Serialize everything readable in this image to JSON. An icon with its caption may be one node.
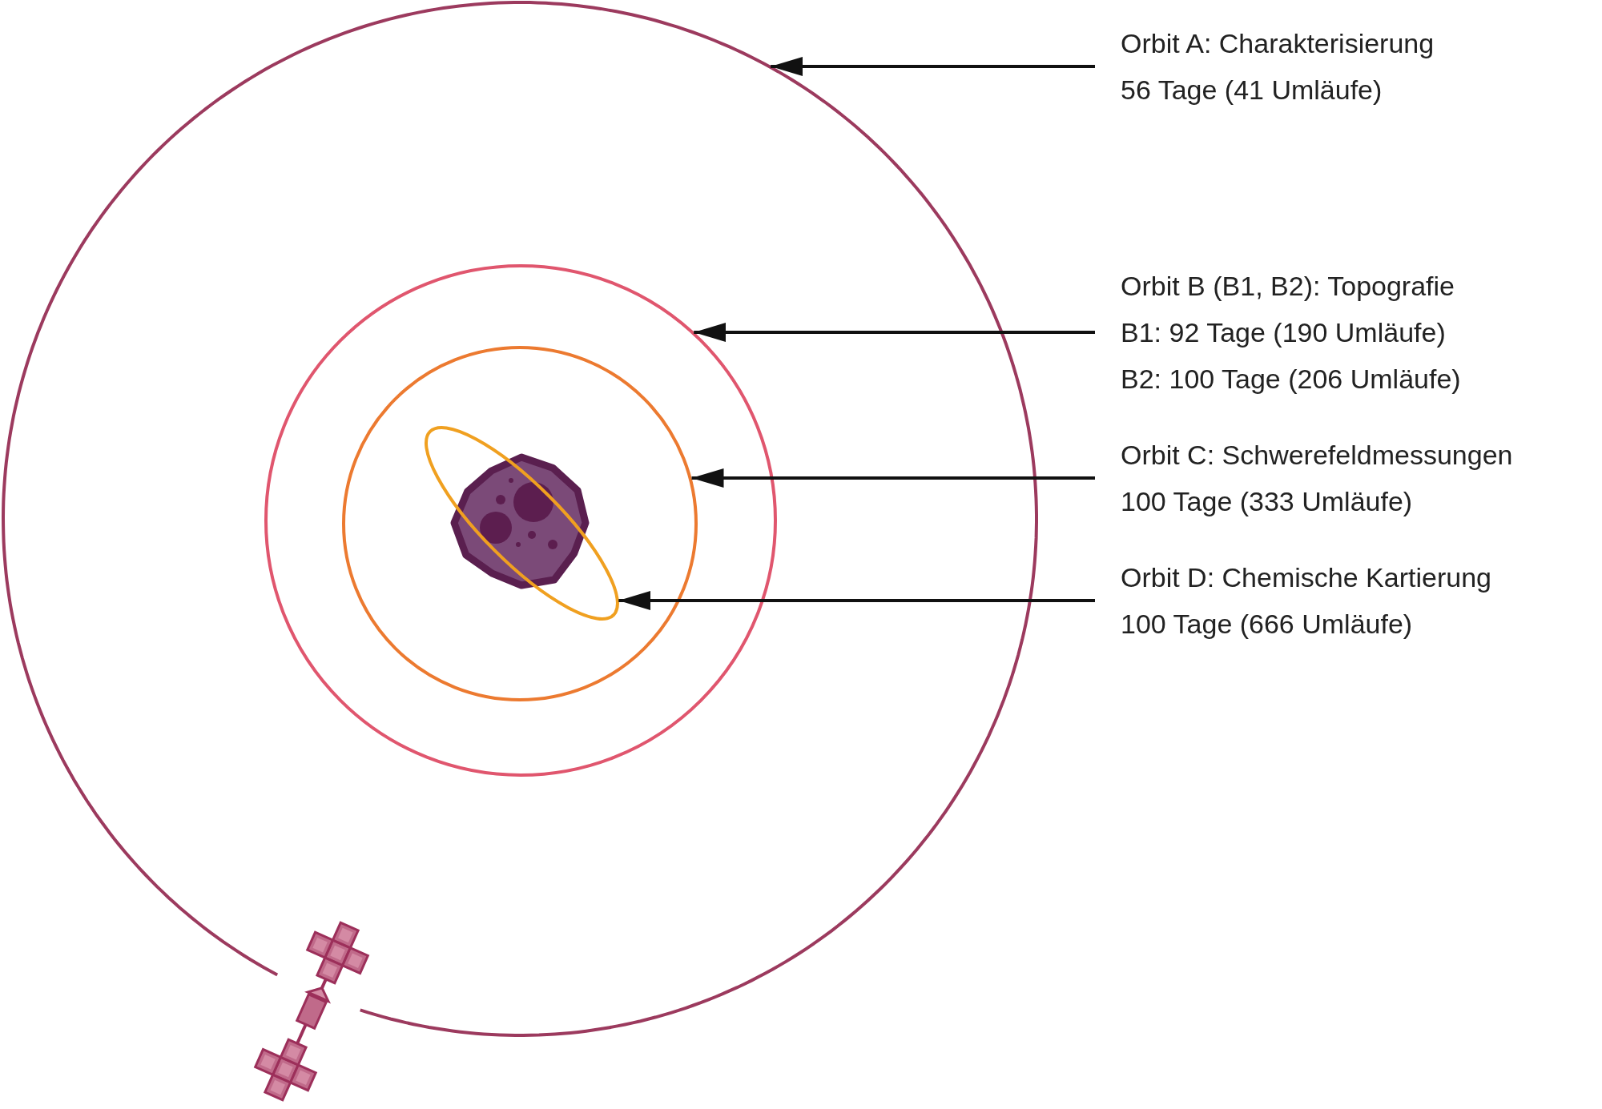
{
  "diagram": {
    "nodes": [
      {
        "text": [
          "Orbit A: Charakterisierung",
          "56 Tage (41 Umläufe)"
        ]
      },
      {
        "text": [
          "Orbit B (B1, B2): Topografie",
          "B1: 92 Tage (190 Umläufe)",
          "B2: 100 Tage (206 Umläufe)"
        ]
      },
      {
        "text": [
          "Orbit C: Schwerefeldmessungen",
          "100 Tage (333 Umläufe)"
        ]
      },
      {
        "text": [
          "Orbit D: Chemische Kartierung",
          "100 Tage (666 Umläufe)"
        ]
      },
      {
        "text": [],
        "shape": "circle"
      },
      {
        "text": [],
        "shape": "circle",
        "in": 4
      },
      {
        "text": [],
        "shape": "circle",
        "in": 5
      },
      {
        "text": [],
        "shape": "ellipse",
        "in": 6
      }
    ],
    "edges": [
      {
        "from": 0,
        "to": 4,
        "arrow": "to"
      },
      {
        "from": 1,
        "to": 5,
        "arrow": "to"
      },
      {
        "from": 2,
        "to": 6,
        "arrow": "to"
      },
      {
        "from": 3,
        "to": 7,
        "arrow": "to"
      }
    ]
  }
}
